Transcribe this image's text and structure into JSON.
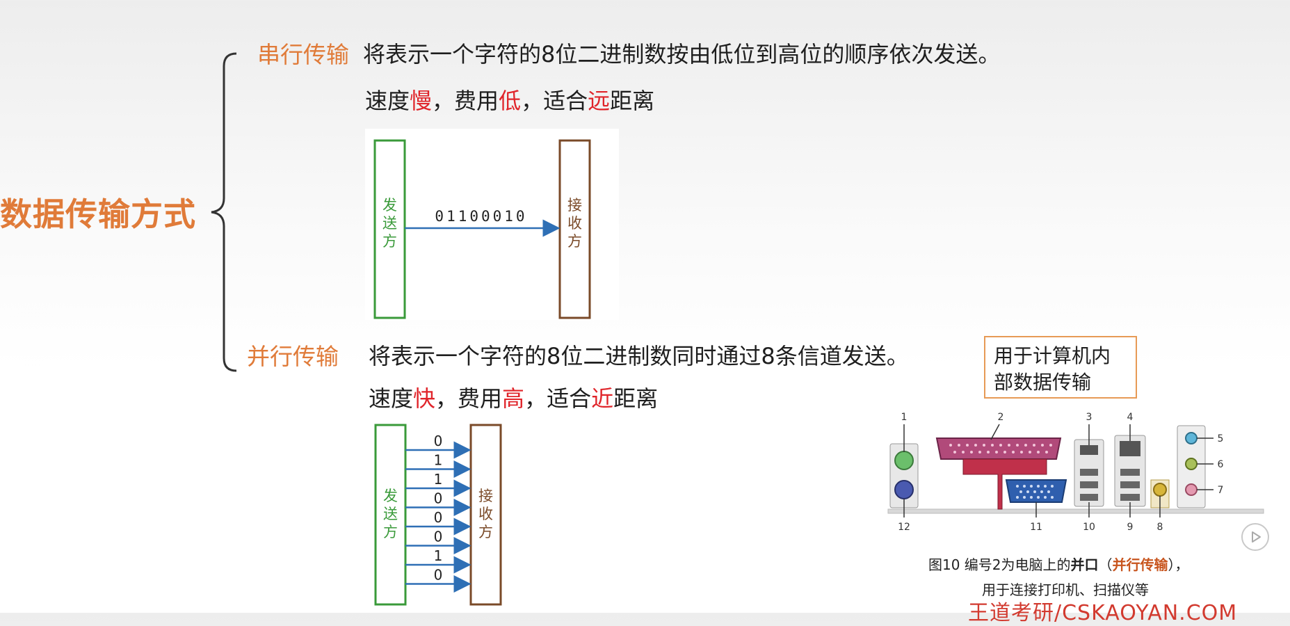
{
  "main_title": "数据传输方式",
  "serial": {
    "label": "串行传输",
    "description": "将表示一个字符的8位二进制数按由低位到高位的顺序依次发送。",
    "props": {
      "p1": "速度",
      "h1": "慢",
      "p2": "，费用",
      "h2": "低",
      "p3": "，适合",
      "h3": "远",
      "p4": "距离"
    },
    "diagram": {
      "sender": [
        "发",
        "送",
        "方"
      ],
      "receiver": [
        "接",
        "收",
        "方"
      ],
      "bits": "01100010"
    }
  },
  "parallel": {
    "label": "并行传输",
    "description": "将表示一个字符的8位二进制数同时通过8条信道发送。",
    "props": {
      "p1": "速度",
      "h1": "快",
      "p2": "，费用",
      "h2": "高",
      "p3": "，适合",
      "h3": "近",
      "p4": "距离"
    },
    "diagram": {
      "sender": [
        "发",
        "送",
        "方"
      ],
      "receiver": [
        "接",
        "收",
        "方"
      ],
      "bits": [
        "0",
        "1",
        "1",
        "0",
        "0",
        "0",
        "1",
        "0"
      ]
    }
  },
  "note": {
    "line1": "用于计算机内",
    "line2": "部数据传输"
  },
  "ports": {
    "top_labels": [
      "1",
      "2",
      "3",
      "4"
    ],
    "right_labels": [
      "5",
      "6",
      "7"
    ],
    "bottom_labels": [
      "12",
      "11",
      "10",
      "9",
      "8"
    ]
  },
  "caption": {
    "prefix": "图10  编号2为电脑上的",
    "bold1": "并口",
    "paren_open": "（",
    "bold2": "并行传输",
    "paren_close": "），",
    "line2": "用于连接打印机、扫描仪等"
  },
  "watermark": "王道考研/CSKAOYAN.COM",
  "colors": {
    "accent_orange": "#e07b39",
    "highlight_red": "#e0242a",
    "sender_green": "#3a9a3a",
    "receiver_brown": "#7a4a28",
    "arrow_blue": "#2e6fb5"
  }
}
